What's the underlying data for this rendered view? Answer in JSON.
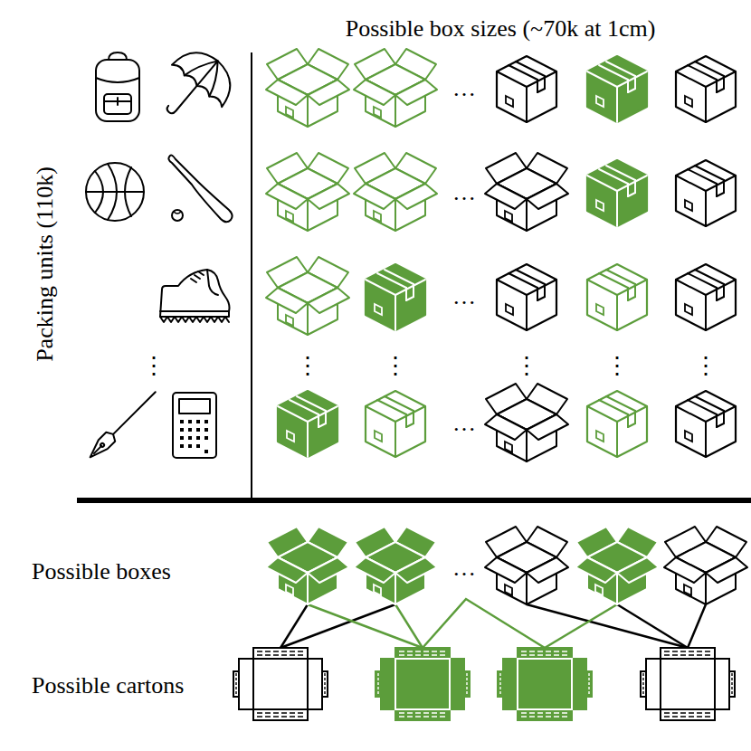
{
  "diagram": {
    "labels": [
      "Possible box sizes (~70k at 1cm)",
      "Packing units (110k)",
      "…",
      "…",
      "…",
      "…",
      "⋮",
      "⋮",
      "⋮",
      "⋮",
      "⋮",
      "⋮",
      "Possible boxes",
      "…",
      "Possible cartons"
    ]
  }
}
